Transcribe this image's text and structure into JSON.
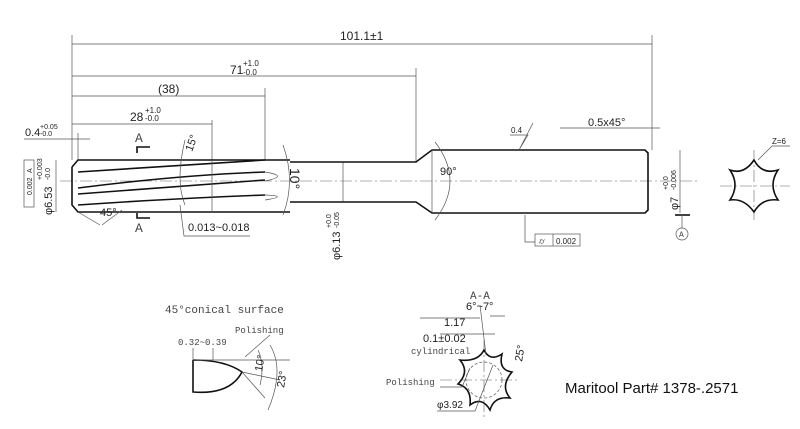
{
  "dimensions": {
    "overall_length": "101.1±1",
    "length_71": "71",
    "length_71_tol_plus": "+1.0",
    "length_71_tol_minus": "-0.0",
    "length_38": "(38)",
    "length_28": "28",
    "length_28_tol_plus": "+1.0",
    "length_28_tol_minus": "-0.0",
    "chamfer_len": "0.4",
    "chamfer_tol_plus": "+0.05",
    "chamfer_tol_minus": "-0.0",
    "dia_cut": "φ6.53",
    "dia_cut_tol_plus": "+0.003",
    "dia_cut_tol_minus": "-0.0",
    "runout_cut": "0.002",
    "datum_ref": "A",
    "angle_helix": "15°",
    "angle_lead": "45°",
    "angle_neck": "10°",
    "back_taper": "0.013~0.018",
    "dia_neck": "φ6.13",
    "dia_neck_tol_plus": "+0.0",
    "dia_neck_tol_minus": "-0.05",
    "angle_cone": "90°",
    "roughness": "0.4",
    "shank_chamfer": "0.5x45°",
    "dia_shank": "φ7",
    "dia_shank_tol_plus": "+0.0",
    "dia_shank_tol_minus": "-0.006",
    "runout_shank": "0.002",
    "datum_label": "A",
    "teeth": "Z=6",
    "section_mark": "A"
  },
  "detail": {
    "title": "45°conical surface",
    "land": "0.32~0.39",
    "polishing": "Polishing",
    "angle_1": "10°",
    "angle_2": "23°"
  },
  "section": {
    "title": "A-A",
    "angle_range": "6°~7°",
    "width": "1.17",
    "margin": "0.1±0.02",
    "cylindrical": "cylindrical",
    "angle": "25°",
    "polishing": "Polishing",
    "core_dia": "φ3.92"
  },
  "part_number": "Maritool Part# 1378-.2571"
}
